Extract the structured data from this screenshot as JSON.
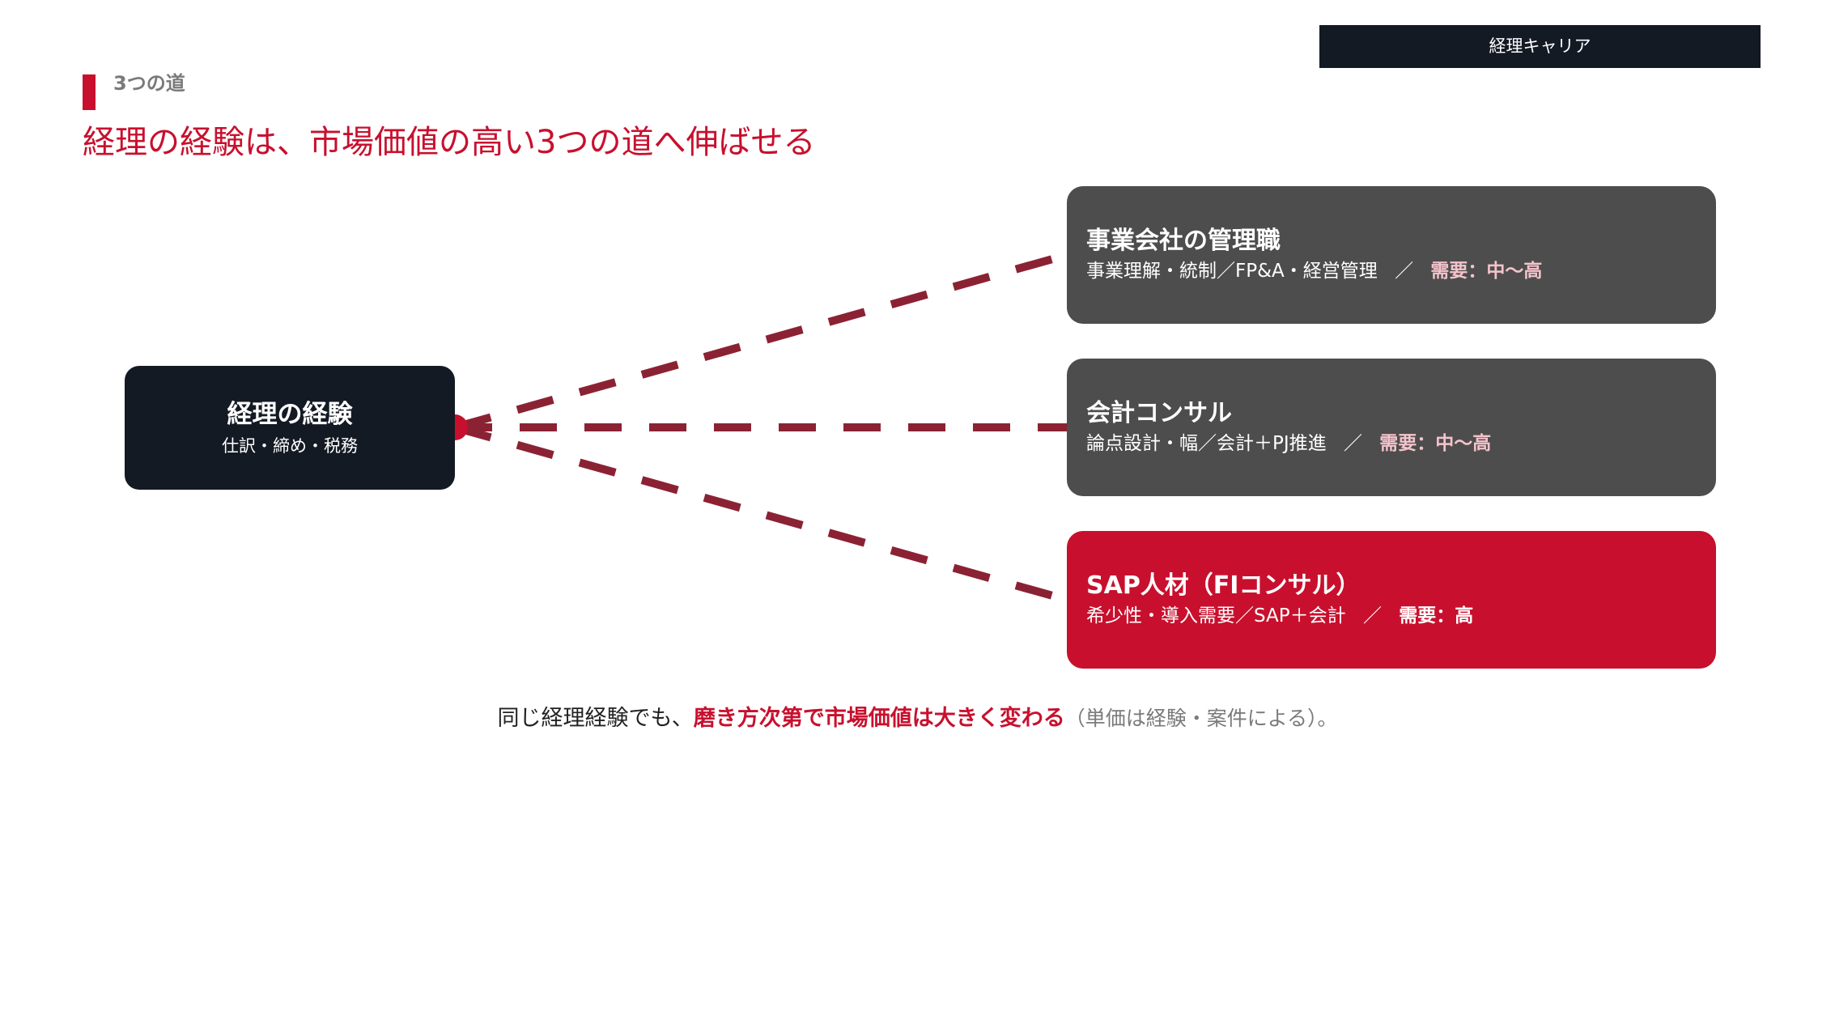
{
  "header": {
    "tag": "経理キャリア",
    "section_label": "3つの道",
    "title": "経理の経験は、市場価値の高い3つの道へ伸ばせる"
  },
  "source": {
    "title": "経理の経験",
    "subtitle": "仕訳・締め・税務"
  },
  "paths": [
    {
      "title": "事業会社の管理職",
      "detail": "事業理解・統制／FP&A・経営管理",
      "separator": "／",
      "demand": "需要：中〜高"
    },
    {
      "title": "会計コンサル",
      "detail": "論点設計・幅／会計＋PJ推進",
      "separator": "／",
      "demand": "需要：中〜高"
    },
    {
      "title": "SAP人材（FIコンサル）",
      "detail": "希少性・導入需要／SAP＋会計",
      "separator": "／",
      "demand": "需要：高"
    }
  ],
  "footnote": {
    "lead": "同じ経理経験でも、",
    "emphasis": "磨き方次第で市場価値は大きく変わる",
    "note": "（単価は経験・案件による）。"
  },
  "colors": {
    "accent_red": "#c8102e",
    "dark_navy": "#141a24",
    "box_gray": "#4d4d4d",
    "connector": "#8b2233",
    "demand_pink": "#f4c3cc"
  }
}
